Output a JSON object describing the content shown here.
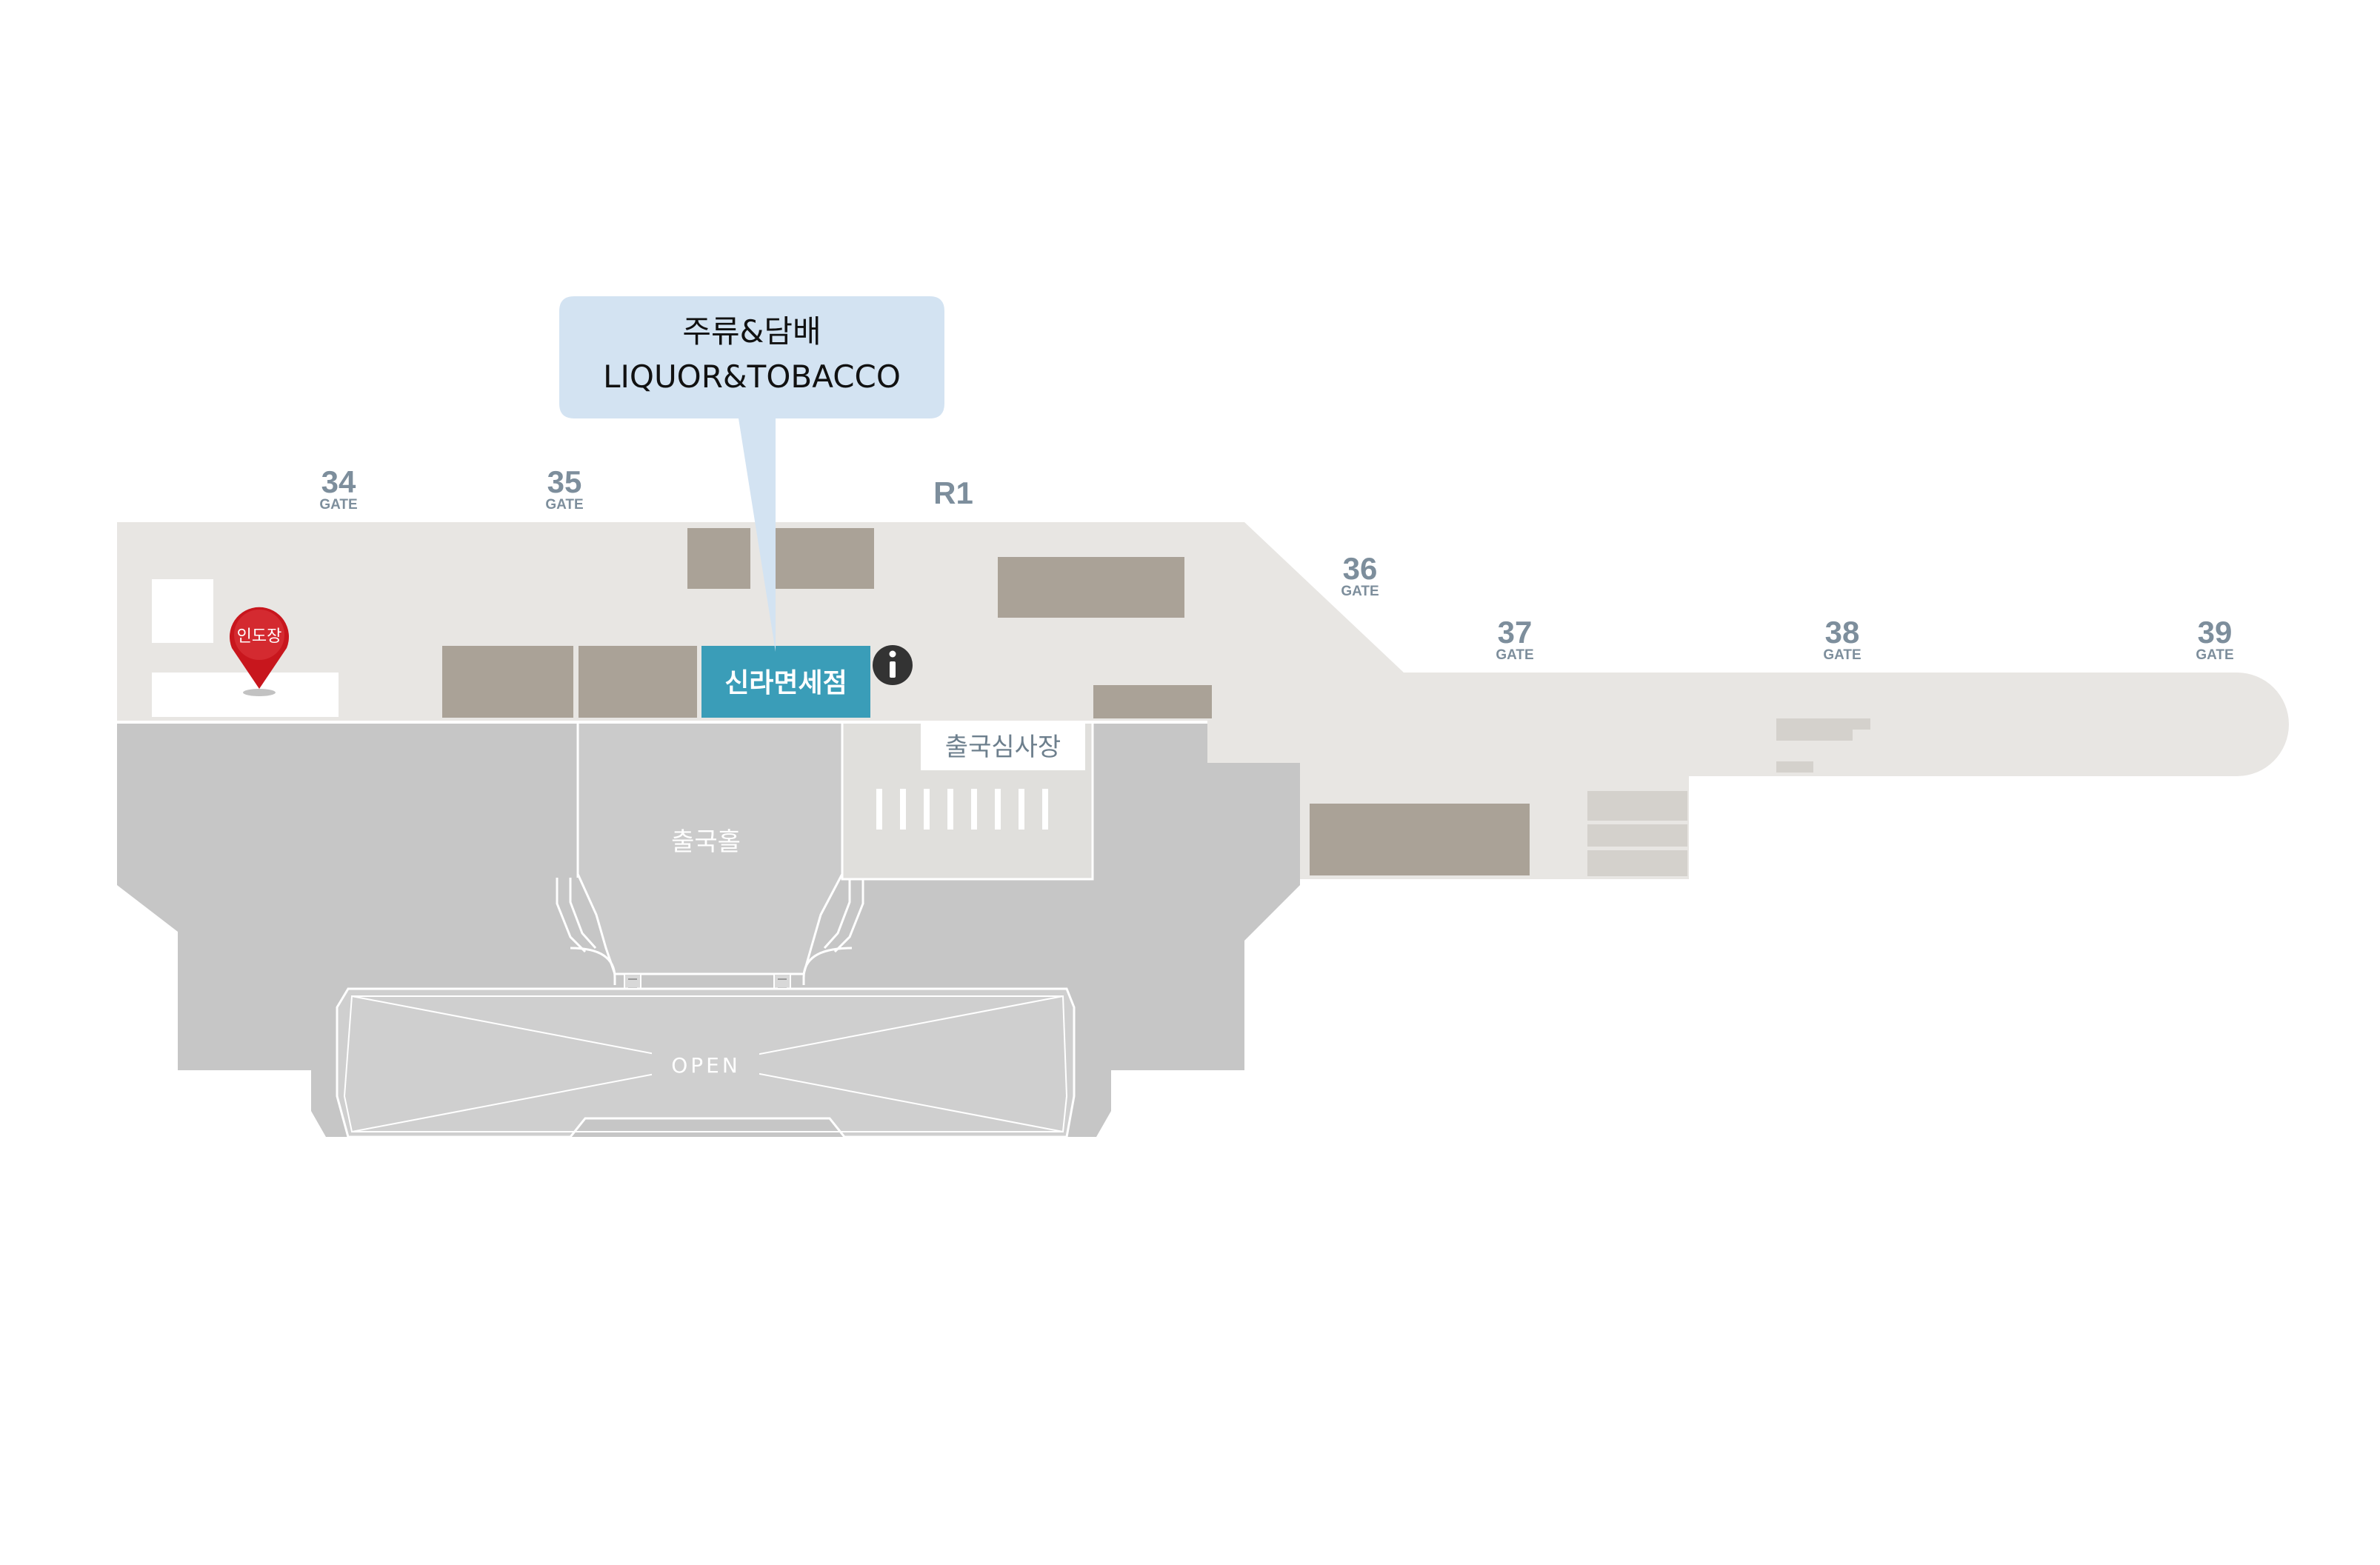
{
  "map": {
    "callout": {
      "line1": "주류&담배",
      "line2": "LIQUOR&TOBACCO"
    },
    "gates": [
      {
        "number": "34",
        "label": "GATE"
      },
      {
        "number": "35",
        "label": "GATE"
      },
      {
        "number": "36",
        "label": "GATE"
      },
      {
        "number": "37",
        "label": "GATE"
      },
      {
        "number": "38",
        "label": "GATE"
      },
      {
        "number": "39",
        "label": "GATE"
      }
    ],
    "zone_label": "R1",
    "store_label": "신라면세점",
    "immigration_label": "출국심사장",
    "departure_hall_label": "출국홀",
    "open_label": "OPEN",
    "pickup_pin_label": "인도장",
    "info_icon": "info-icon",
    "colors": {
      "concourse": "#e8e6e3",
      "shops": "#aaa297",
      "lower_floor": "#c6c6c6",
      "highlight_store": "#3a9db8",
      "callout_bg": "#d3e3f2",
      "gate_text": "#7d8e9c",
      "pin": "#c8161d",
      "info_icon": "#333333"
    }
  }
}
